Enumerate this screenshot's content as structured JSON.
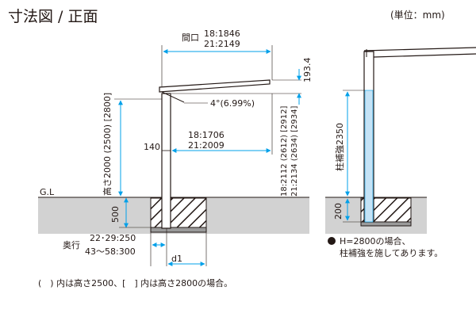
{
  "header": {
    "title": "寸法図 / 正面",
    "unit": "(単位：mm)"
  },
  "front_view": {
    "gl_label": "G.L",
    "opening_label": "間口",
    "opening_18": "18:1846",
    "opening_21": "21:2149",
    "roof_thickness": "193.4",
    "slope": "4°(6.99%)",
    "height_label": "高さ2000 (2500) [2800]",
    "post_offset": "140",
    "span_18": "18:1706",
    "span_21": "21:2009",
    "total_h_18": "18:2112 (2612) [2912]",
    "total_h_21": "21:2134 (2634) [2934]",
    "foundation_depth": "500",
    "depth_label": "奥行",
    "depth_a": "22･29:250",
    "depth_b": "43〜58:300",
    "d1": "d1"
  },
  "side_view": {
    "reinforce_label": "柱補強2350",
    "foundation_depth": "200",
    "note_line1": "H=2800の場合、",
    "note_line2": "柱補強を施してあります。"
  },
  "footnote": "(　) 内は高さ2500、[　] 内は高さ2800の場合。",
  "colors": {
    "line": "#231815",
    "dimension": "#00a0e9",
    "ground": "#d2d2d2",
    "reinforcement": "#c5e3f6"
  }
}
